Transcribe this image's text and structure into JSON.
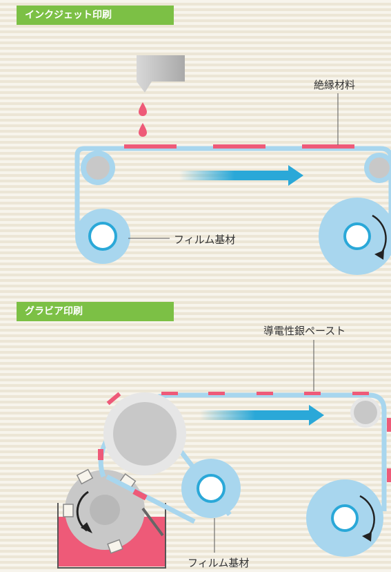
{
  "inkjet": {
    "title": "インクジェット印刷",
    "label_material": "絶縁材料",
    "label_film": "フィルム基材"
  },
  "gravure": {
    "title": "グラビア印刷",
    "label_paste": "導電性銀ペースト",
    "label_film": "フィルム基材"
  },
  "colors": {
    "accent_green": "#7cc045",
    "film_blue": "#a8d6ee",
    "arrow_blue": "#2aa8d8",
    "ink_pink": "#ee5a78",
    "roller_gray": "#c8c8c8"
  }
}
